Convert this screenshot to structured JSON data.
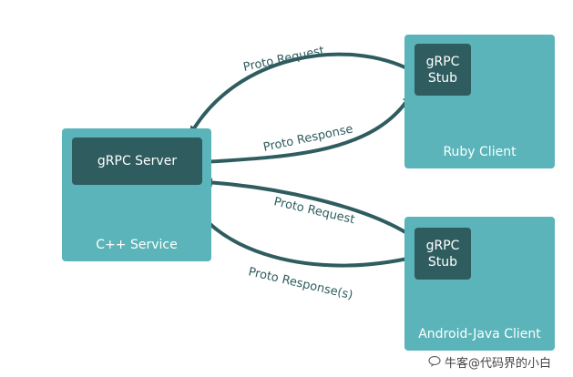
{
  "cpp_service": {
    "inner_label": "gRPC Server",
    "caption": "C++ Service"
  },
  "ruby_client": {
    "stub_line1": "gRPC",
    "stub_line2": "Stub",
    "caption": "Ruby Client"
  },
  "android_client": {
    "stub_line1": "gRPC",
    "stub_line2": "Stub",
    "caption": "Android-Java Client"
  },
  "arrows": {
    "ruby_request": "Proto Request",
    "ruby_response": "Proto Response",
    "android_request": "Proto Request",
    "android_response": "Proto Response(s)"
  },
  "watermark": {
    "text": "牛客@代码界的小白",
    "icon": "chat-bubble-icon"
  },
  "colors": {
    "panel": "#5ab4b9",
    "inner": "#2f5d5f",
    "arrow": "#2f5d5f"
  }
}
